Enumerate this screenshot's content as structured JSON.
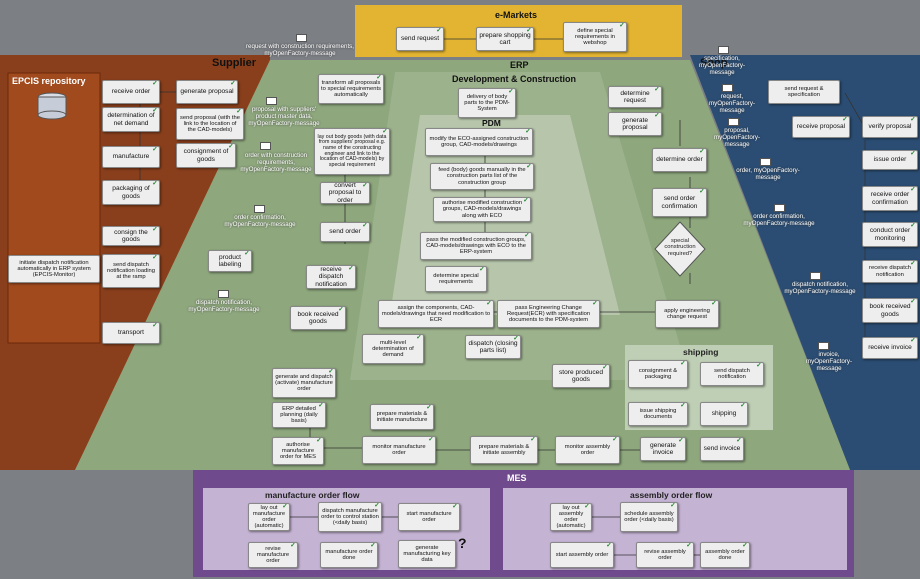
{
  "colors": {
    "background": "#7c7f84",
    "emarkets": "#e3b431",
    "supplier": "#8a3c16",
    "shop": "#2b4d73",
    "erp": "#8ea77d",
    "development": "#9cb28c",
    "pdm": "#b7c6ab",
    "mes": "#6f4a8d",
    "flow_box": "#c5b3d4",
    "shipping": "#bfcfb5",
    "node": "#eeeeee"
  },
  "lanes": {
    "emarkets": {
      "title": "e-Markets"
    },
    "supplier": {
      "title": "Supplier"
    },
    "shop": {
      "title": "Shop"
    },
    "erp": {
      "title": "ERP"
    },
    "development": {
      "title": "Development & Construction"
    },
    "pdm": {
      "title": "PDM"
    },
    "mes": {
      "title": "MES"
    },
    "epcis": {
      "title": "EPCIS repository"
    },
    "manufacture_flow": {
      "title": "manufacture order flow"
    },
    "assembly_flow": {
      "title": "assembly order flow"
    },
    "shipping": {
      "title": "shipping"
    }
  },
  "nodes": {
    "send_request": "send request",
    "prepare_shopping_cart": "prepare shopping cart",
    "define_special_requirements": "define special requirements in webshop",
    "receive_order_sup": "receive order",
    "generate_proposal_sup": "generate proposal",
    "determination_net_demand": "determination of net demand",
    "send_proposal_sup": "send proposal (with the link to the location of the CAD-models)",
    "manufacture": "manufacture",
    "consignment_goods": "consignment of goods",
    "packaging_goods": "packaging of goods",
    "consign_goods": "consign the goods",
    "product_labeling": "product labeling",
    "send_dispatch_ramp": "send dispatch notification loading at the ramp",
    "transport": "transport",
    "initiate_dispatch": "initiate dispatch notification automatically in ERP system (EPCIS-Monitor)",
    "transform_proposals": "transform all proposals to special requirements automatically",
    "lay_out_body_goods": "lay out body goods (with data from suppliers' proposal e.g. name of the constructing engineer and link to the location of CAD-models) by special requirement",
    "convert_proposal": "convert proposal to order",
    "send_order_erp": "send order",
    "receive_dispatch_erp": "receive dispatch notification",
    "book_received_erp": "book received goods",
    "delivery_body_parts": "delivery of body parts to the PDM-System",
    "modify_eco": "modify the ECO-assigned construction group, CAD-models/drawings",
    "feed_body_goods": "feed (body) goods manually in the construction parts list of the construction group",
    "authorise_modified": "authorise modified construction groups, CAD-models/drawings along with ECO",
    "pass_modified": "pass the modified construction groups, CAD-models/drawings with ECO to the ERP-system",
    "determine_special": "determine special requirements",
    "assign_components": "assign the components, CAD-models/drawings that need modification to ECR",
    "pass_ecr": "pass Engineering Change Request(ECR) with specification documents to the PDM-system",
    "determine_request": "determine request",
    "generate_proposal_erp": "generate proposal",
    "determine_order": "determine order",
    "send_order_confirmation": "send order confirmation",
    "special_construction": "special construction required?",
    "apply_ecr": "apply engineering change request",
    "multi_level": "multi-level determination of demand",
    "dispatch_closing": "dispatch (closing parts list)",
    "generate_dispatch_mo": "generate and dispatch (activate) manufacture order",
    "erp_detailed_planning": "ERP detailed planning (daily basis)",
    "authorise_mo_mes": "authorise manufacture order for MES",
    "prepare_materials_mfg": "prepare materials & initiate manufacture",
    "monitor_mo": "monitor manufacture order",
    "prepare_materials_asm": "prepare materials & initiate assembly",
    "store_produced": "store produced goods",
    "consignment_packaging": "consignment & packaging",
    "send_dispatch_ship": "send dispatch notification",
    "issue_shipping_docs": "issue shipping documents",
    "shipping_node": "shipping",
    "monitor_ao": "monitor assembly order",
    "generate_invoice": "generate invoice",
    "send_invoice": "send invoice",
    "send_request_spec": "send request & specification",
    "receive_proposal_shop": "receive proposal",
    "verify_proposal": "verify proposal",
    "issue_order": "issue order",
    "receive_order_confirmation": "receive order confirmation",
    "conduct_order_monitoring": "conduct order monitoring",
    "receive_dispatch_shop": "receive dispatch notification",
    "book_received_shop": "book received goods",
    "receive_invoice": "receive invoice",
    "lay_out_mo": "lay out manufacture order (automatic)",
    "dispatch_mo_control": "dispatch manufacture order to control station (<daily basis)",
    "start_mo": "start manufacture order",
    "revise_mo": "revise manufacture order",
    "mo_done": "manufacture order done",
    "generate_mfg_key": "generate manufacturing key data",
    "lay_out_ao": "lay out assembly order (automatic)",
    "schedule_ao": "schedule assembly order (<daily basis)",
    "start_ao": "start assembly order",
    "revise_ao": "revise assembly order",
    "ao_done": "assembly order done"
  },
  "notes": {
    "request_construction": "request with construction requirements, myOpenFactory-message",
    "proposal_with_suppliers": "proposal with suppliers' product master data, myOpenFactory-message",
    "order_construction": "order with construction requirements, myOpenFactory-message",
    "order_confirmation_sup": "order confirmation, myOpenFactory-message",
    "dispatch_notification_sup": "dispatch notification, myOpenFactory-message",
    "specification_msg": "specification, myOpenFactory-message",
    "request_msg": "request, myOpenFactory-message",
    "proposal_msg": "proposal, myOpenFactory-message",
    "order_msg": "order, myOpenFactory-message",
    "order_confirmation_shop": "order confirmation, myOpenFactory-message",
    "dispatch_notification_shop": "dispatch notification, myOpenFactory-message",
    "invoice_msg": "invoice, myOpenFactory-message",
    "question_mark": "?"
  }
}
